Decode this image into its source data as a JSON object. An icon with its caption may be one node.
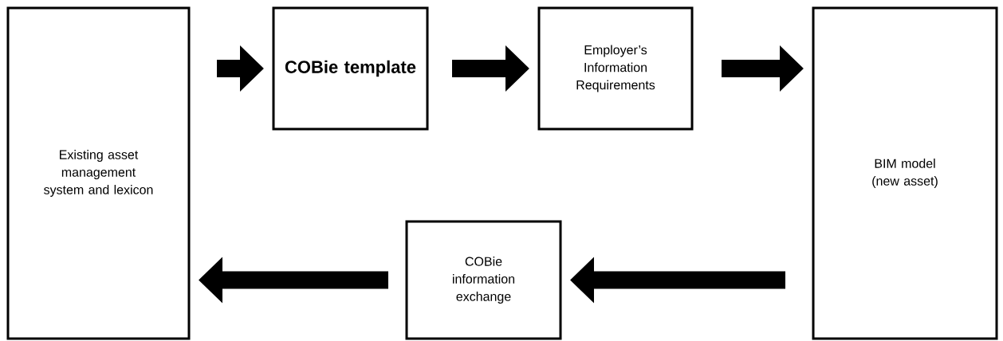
{
  "diagram": {
    "nodes": [
      {
        "text": [
          "Existing asset management system and lexicon"
        ]
      },
      {
        "text": [
          "COBie template"
        ]
      },
      {
        "text": [
          "Employer’s Information Requirements"
        ]
      },
      {
        "text": [
          "BIM model (new asset)"
        ]
      },
      {
        "text": [
          "COBie information exchange"
        ]
      }
    ],
    "edges": [
      {
        "from": 0,
        "to": 1,
        "arrow": "to"
      },
      {
        "from": 1,
        "to": 2,
        "arrow": "to"
      },
      {
        "from": 2,
        "to": 3,
        "arrow": "to"
      },
      {
        "from": 3,
        "to": 4,
        "arrow": "to"
      },
      {
        "from": 4,
        "to": 0,
        "arrow": "to"
      }
    ]
  }
}
